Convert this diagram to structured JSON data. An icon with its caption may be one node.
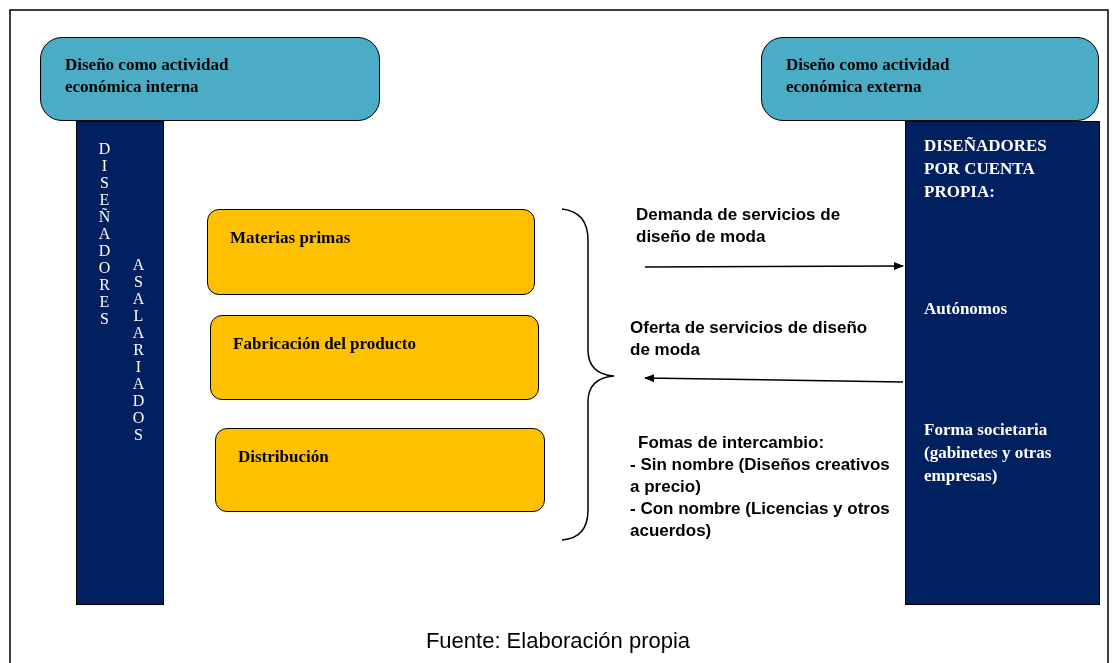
{
  "diagram": {
    "caption": "Fuente: Elaboración propia",
    "nodes": [
      {
        "text": [
          "Diseño como actividad económica interna"
        ]
      },
      {
        "text": [
          "DISEÑADORES",
          "ASALARIADOS"
        ]
      },
      {
        "text": [
          "Materias primas"
        ]
      },
      {
        "text": [
          "Fabricación del producto"
        ]
      },
      {
        "text": [
          "Distribución"
        ]
      },
      {
        "text": [
          "Diseño como actividad económica externa"
        ]
      },
      {
        "text": [
          "DISEÑADORES POR CUENTA PROPIA:",
          "Autónomos",
          "Forma societaria (gabinetes y otras empresas)"
        ]
      }
    ],
    "edges": [
      {
        "from": null,
        "to": 6,
        "arrow": "to",
        "label": "Demanda de servicios de diseño de moda"
      },
      {
        "from": 6,
        "to": null,
        "arrow": "to",
        "label": "Oferta de servicios de diseño de moda"
      }
    ],
    "labels": [
      "Fomas de intercambio:",
      "- Sin nombre (Diseños creativos a precio)",
      "- Con nombre (Licencias y otros acuerdos)"
    ]
  }
}
